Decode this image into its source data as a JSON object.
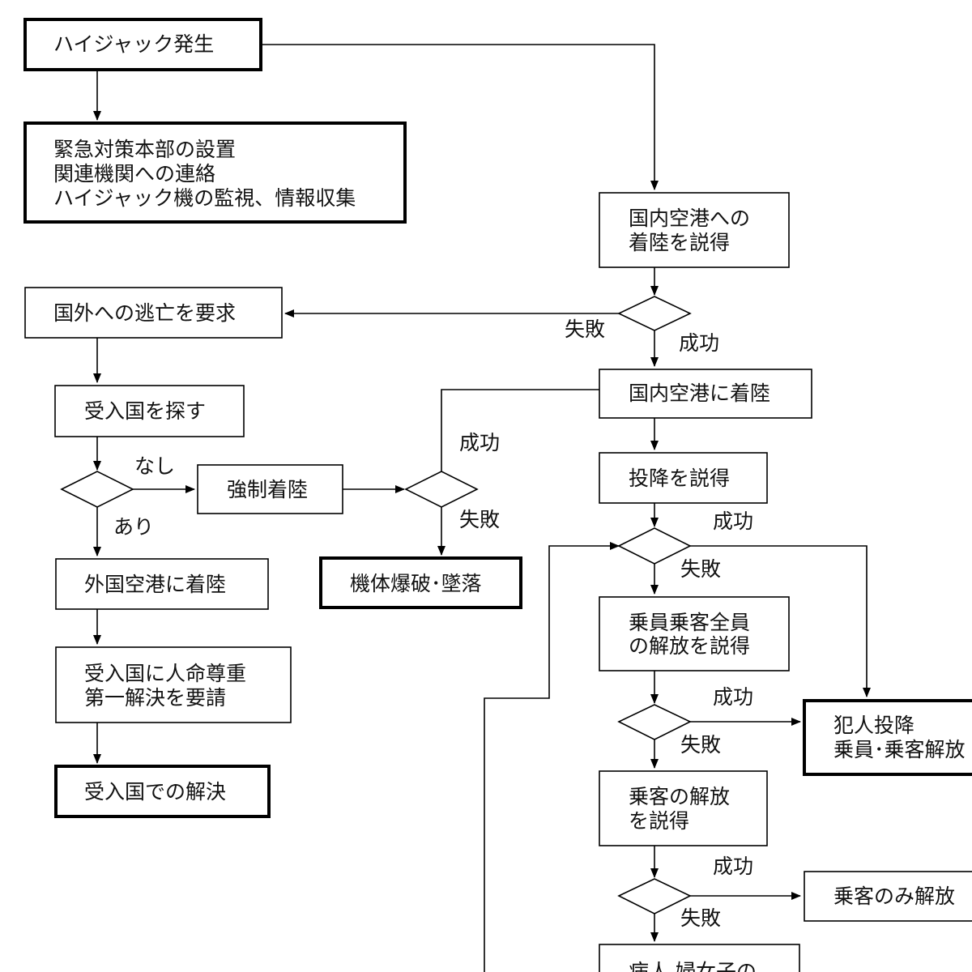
{
  "nodes": {
    "hijack": "ハイジャック発生",
    "hq_line1": "緊急対策本部の設置",
    "hq_line2": "関連機関への連絡",
    "hq_line3": "ハイジャック機の監視、情報収集",
    "persuade_domestic_line1": "国内空港への",
    "persuade_domestic_line2": "着陸を説得",
    "demand_escape": "国外への逃亡を要求",
    "find_host": "受入国を探す",
    "land_domestic": "国内空港に着陸",
    "forced_landing": "強制着陸",
    "explosion": "機体爆破･墜落",
    "persuade_surrender": "投降を説得",
    "land_foreign": "外国空港に着陸",
    "release_all_line1": "乗員乗客全員",
    "release_all_line2": "の解放を説得",
    "request_line1": "受入国に人命尊重",
    "request_line2": "第一解決を要請",
    "surrender_line1": "犯人投降",
    "surrender_line2": "乗員･乗客解放",
    "solve_host": "受入国での解決",
    "release_pass_line1": "乗客の解放",
    "release_pass_line2": "を説得",
    "pass_only": "乗客のみ解放",
    "sick_partial": "病人 婦女子の"
  },
  "labels": {
    "fail": "失敗",
    "success": "成功",
    "none": "なし",
    "exists": "あり"
  }
}
